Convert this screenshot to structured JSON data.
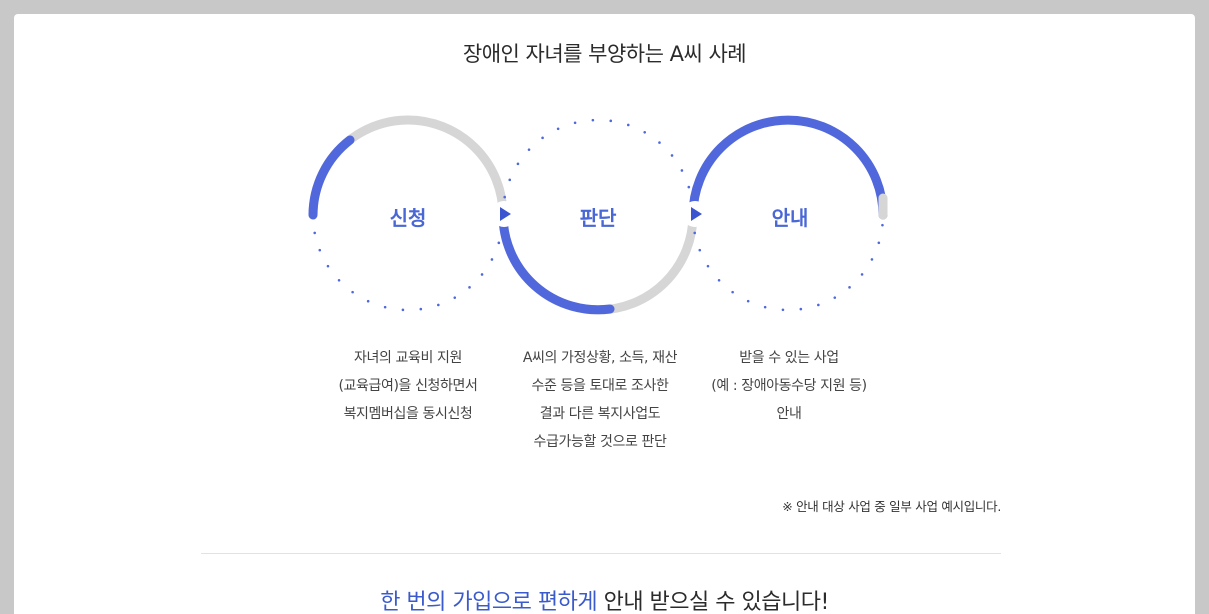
{
  "title": "장애인 자녀를 부양하는 A씨 사례",
  "steps": [
    {
      "label": "신청",
      "lines": [
        "자녀의 교육비 지원",
        "(교육급여)을 신청하면서",
        "복지멤버십을 동시신청"
      ]
    },
    {
      "label": "판단",
      "lines": [
        "A씨의 가정상황, 소득, 재산",
        "수준 등을 토대로 조사한",
        "결과 다른 복지사업도",
        "수급가능할 것으로 판단"
      ]
    },
    {
      "label": "안내",
      "lines": [
        "받을 수 있는 사업",
        "(예 : 장애아동수당 지원 등)",
        "안내"
      ]
    }
  ],
  "note": "※ 안내 대상 사업 중 일부 사업 예시입니다.",
  "footer": {
    "highlight": "한 번의 가입으로 편하게",
    "rest": " 안내 받으실 수 있습니다!"
  },
  "colors": {
    "accent": "#5068dc",
    "track": "#d6d6d6",
    "dot": "#5068dc",
    "text": "#2b2b2b",
    "highlight": "#3b5bcc"
  },
  "icons": [
    "chevron-right-icon",
    "chevron-right-icon"
  ]
}
